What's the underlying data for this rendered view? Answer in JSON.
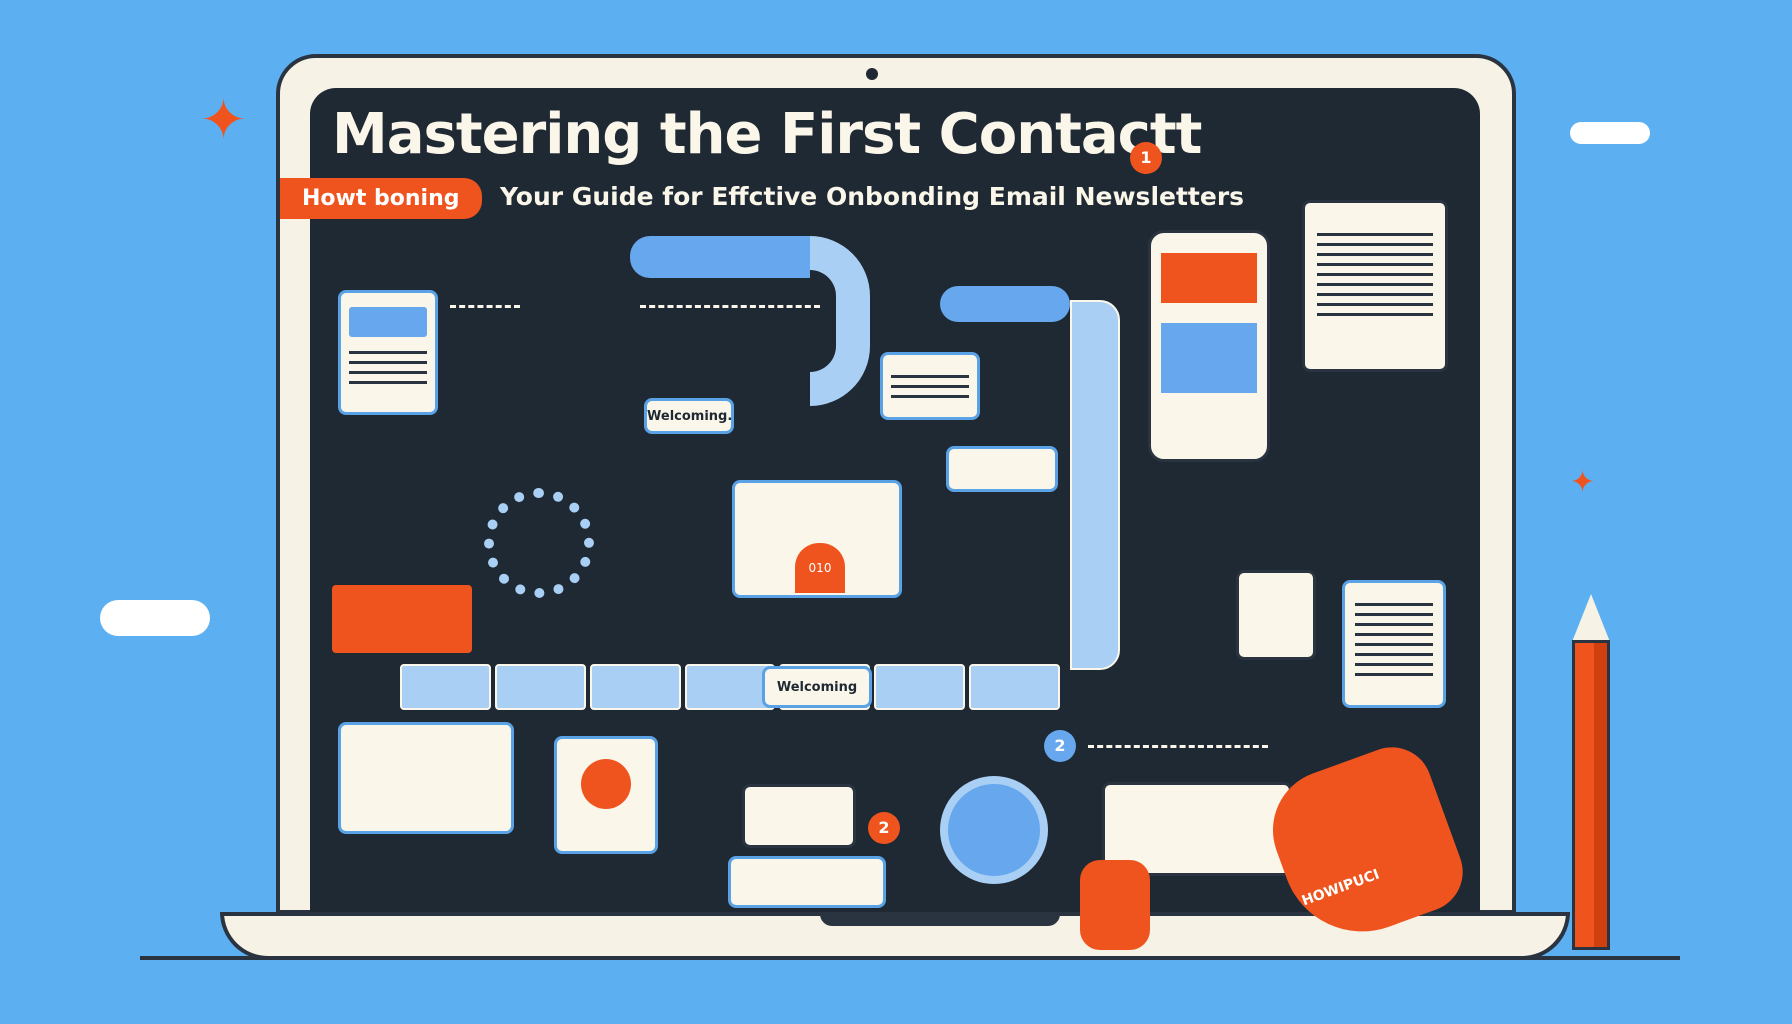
{
  "header": {
    "title": "Mastering the First Contactt",
    "badge": "Howt boning",
    "subtitle": "Your Guide for Effctive Onbonding Email Newsletters"
  },
  "labels": {
    "welcoming_card": "Welcoming.",
    "track_label": "Welcoming",
    "hand_text": "HOWIPUCI",
    "step1": "1",
    "step2": "2",
    "step2b": "2",
    "profile_badge": "010"
  },
  "colors": {
    "background": "#5cb0f2",
    "screen": "#1f2933",
    "accent": "#f0541e",
    "blue": "#66a7ee",
    "cream": "#fbf6ea"
  }
}
